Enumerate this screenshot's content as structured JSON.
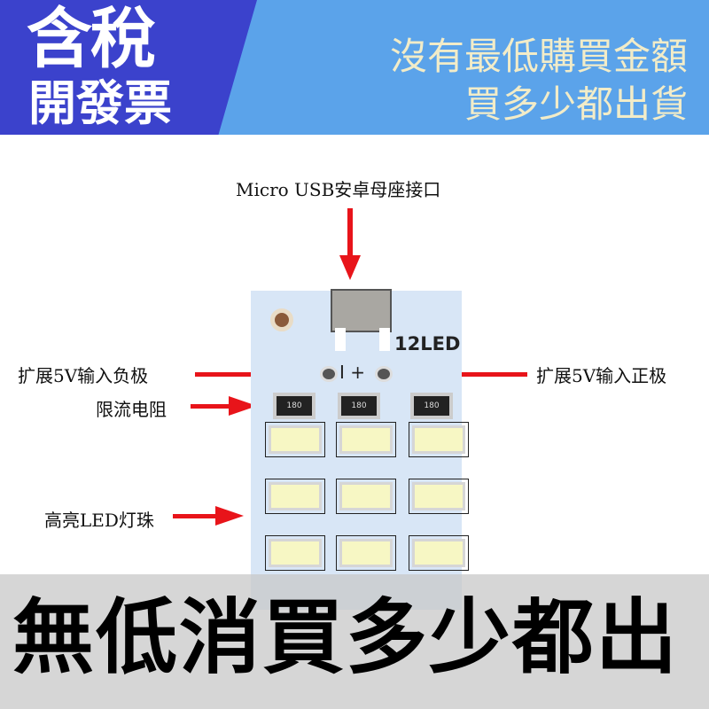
{
  "banner": {
    "left_line1": "含稅",
    "left_line2": "開發票",
    "right_line1": "沒有最低購買金額",
    "right_line2": "買多少都出貨",
    "colors": {
      "dark": "#3b42cc",
      "light": "#5ba3ea"
    }
  },
  "labels": {
    "usb": "Micro USB安卓母座接口",
    "neg": "扩展5V输入负极",
    "pos": "扩展5V输入正极",
    "resistor": "限流电阻",
    "led": "高亮LED灯珠"
  },
  "board": {
    "marking": "12LED",
    "polarity": "I +",
    "resistor_code": "180"
  },
  "watermark": "無低消買多少都出",
  "arrow_color": "#e8141a"
}
